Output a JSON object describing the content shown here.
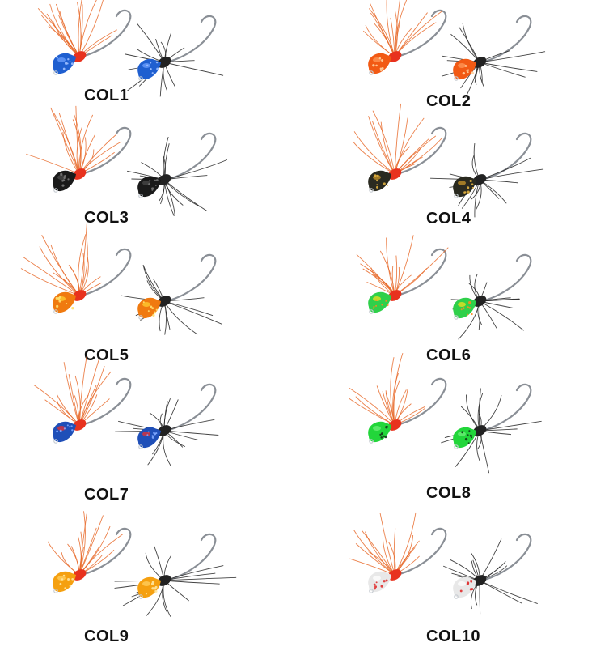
{
  "variants": [
    {
      "label": "COL1",
      "body": "#1f5fd0",
      "hi": "#6fa0ff",
      "speck": "#9fc0ff"
    },
    {
      "label": "COL2",
      "body": "#f25a14",
      "hi": "#ff9a5a",
      "speck": "#ffd2a0"
    },
    {
      "label": "COL3",
      "body": "#1a1a1a",
      "hi": "#4a4a4a",
      "speck": "#777777"
    },
    {
      "label": "COL4",
      "body": "#2a2a20",
      "hi": "#c8952a",
      "speck": "#e0b040"
    },
    {
      "label": "COL5",
      "body": "#f07a10",
      "hi": "#ffcf30",
      "speck": "#ffe070"
    },
    {
      "label": "COL6",
      "body": "#2fd04a",
      "hi": "#f2e020",
      "speck": "#ff8a20"
    },
    {
      "label": "COL7",
      "body": "#1f4fb8",
      "hi": "#e83030",
      "speck": "#7fa8ff"
    },
    {
      "label": "COL8",
      "body": "#22d63a",
      "hi": "#6ff07a",
      "speck": "#133a18"
    },
    {
      "label": "COL9",
      "body": "#f5a010",
      "hi": "#ffd060",
      "speck": "#ffe6a0"
    },
    {
      "label": "COL10",
      "body": "#e8e8e8",
      "hi": "#ffffff",
      "speck": "#e03030"
    }
  ]
}
